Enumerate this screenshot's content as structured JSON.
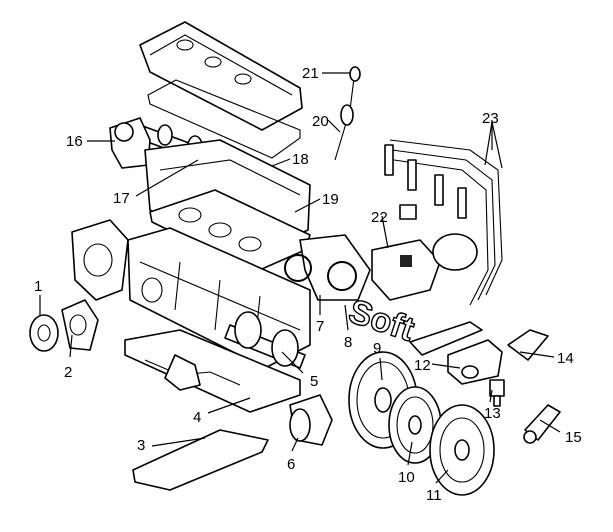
{
  "callouts": [
    {
      "id": "1",
      "label": "1"
    },
    {
      "id": "2",
      "label": "2"
    },
    {
      "id": "3",
      "label": "3"
    },
    {
      "id": "4",
      "label": "4"
    },
    {
      "id": "5",
      "label": "5"
    },
    {
      "id": "6",
      "label": "6"
    },
    {
      "id": "7",
      "label": "7"
    },
    {
      "id": "8",
      "label": "8"
    },
    {
      "id": "9",
      "label": "9"
    },
    {
      "id": "10",
      "label": "10"
    },
    {
      "id": "11",
      "label": "11"
    },
    {
      "id": "12",
      "label": "12"
    },
    {
      "id": "13",
      "label": "13"
    },
    {
      "id": "14",
      "label": "14"
    },
    {
      "id": "15",
      "label": "15"
    },
    {
      "id": "16",
      "label": "16"
    },
    {
      "id": "17",
      "label": "17"
    },
    {
      "id": "18",
      "label": "18"
    },
    {
      "id": "19",
      "label": "19"
    },
    {
      "id": "20",
      "label": "20"
    },
    {
      "id": "21",
      "label": "21"
    },
    {
      "id": "22",
      "label": "22"
    },
    {
      "id": "23",
      "label": "23"
    }
  ],
  "watermark": {
    "text": "Soft"
  }
}
